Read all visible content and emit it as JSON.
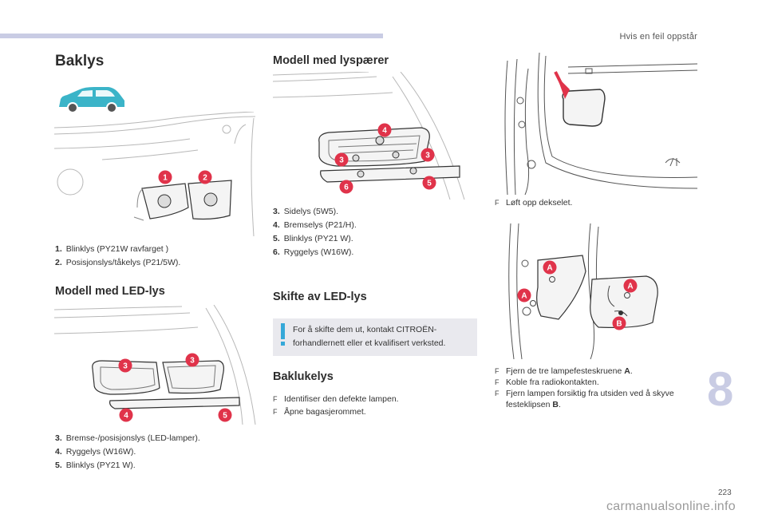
{
  "header": {
    "title": "Hvis en feil oppstår"
  },
  "chapter": "8",
  "page_number": "223",
  "watermark": "carmanualsonline.info",
  "baklys": {
    "title": "Baklys",
    "items": [
      {
        "num": "1.",
        "text": "Blinklys (PY21W ravfarget )"
      },
      {
        "num": "2.",
        "text": "Posisjonslys/tåkelys (P21/5W)."
      }
    ],
    "callouts": [
      "1",
      "2"
    ]
  },
  "led": {
    "title": "Modell med LED-lys",
    "items": [
      {
        "num": "3.",
        "text": "Bremse-/posisjonslys (LED-lamper)."
      },
      {
        "num": "4.",
        "text": "Ryggelys (W16W)."
      },
      {
        "num": "5.",
        "text": "Blinklys (PY21 W)."
      }
    ],
    "callouts": [
      "3",
      "3",
      "4",
      "5"
    ]
  },
  "bulbs": {
    "title": "Modell med lyspærer",
    "items": [
      {
        "num": "3.",
        "text": "Sidelys (5W5)."
      },
      {
        "num": "4.",
        "text": "Bremselys (P21/H)."
      },
      {
        "num": "5.",
        "text": "Blinklys (PY21 W)."
      },
      {
        "num": "6.",
        "text": "Ryggelys (W16W)."
      }
    ],
    "callouts": [
      "4",
      "3",
      "3",
      "6",
      "5"
    ]
  },
  "led_change": {
    "title": "Skifte av LED-lys",
    "info": "For å skifte dem ut, kontakt CITROËN-forhandlernett eller et kvalifisert verksted."
  },
  "baklukelys": {
    "title": "Baklukelys",
    "steps": [
      {
        "mark": "F",
        "text": "Identifiser den defekte lampen."
      },
      {
        "mark": "F",
        "text": "Åpne bagasjerommet."
      }
    ]
  },
  "right_col": {
    "step1": [
      {
        "mark": "F",
        "text": "Løft opp dekselet."
      }
    ],
    "callouts": [
      "A",
      "A",
      "A",
      "B"
    ],
    "step2": [
      {
        "mark": "F",
        "text": "Fjern de tre lampefesteskruene ",
        "bold": "A",
        "tail": "."
      },
      {
        "mark": "F",
        "text": "Koble fra radiokontakten."
      },
      {
        "mark": "F",
        "text": "Fjern lampen forsiktig fra utsiden ved å skyve festeklipsen ",
        "bold": "B",
        "tail": "."
      }
    ]
  },
  "colors": {
    "accent_red": "#e0334a",
    "car_teal": "#3bb4c8",
    "info_blue": "#35a8d8",
    "tab_lilac": "#c9cce4"
  }
}
